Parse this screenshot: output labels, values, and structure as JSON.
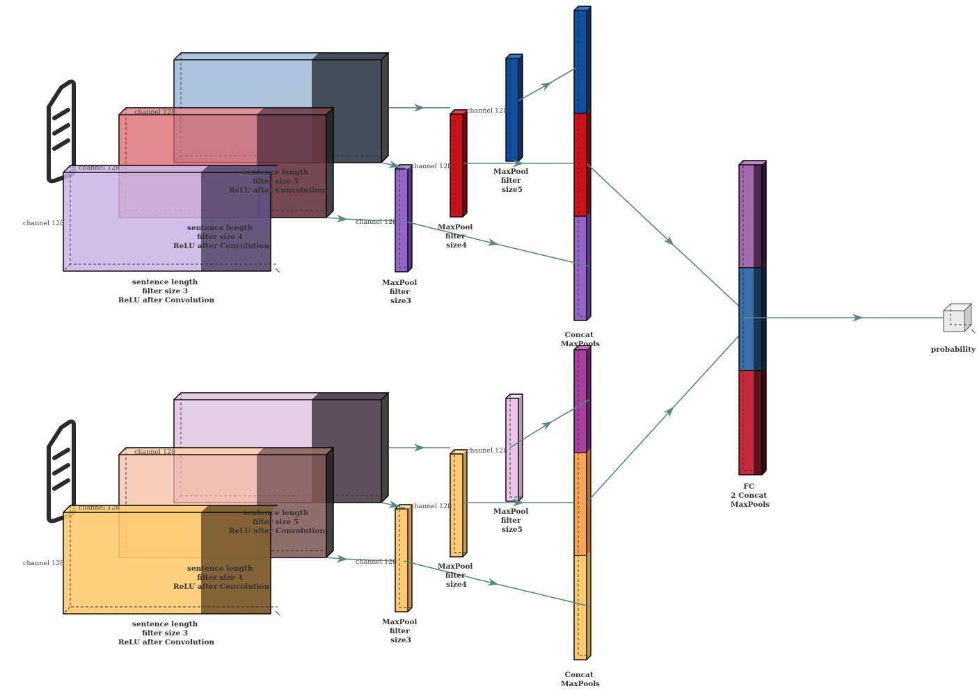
{
  "colors": {
    "edge": "#5b8585",
    "conv5_top": "#9fb8d6",
    "conv4_top": "#e08a8e",
    "conv3_top": "#c9b4e4",
    "conv5_bottom": "#e2c8e3",
    "conv4_bottom": "#fdd1ae",
    "conv3_bottom": "#fdca70",
    "pool5_top": "#0c4fa0",
    "pool4_top": "#cc1118",
    "pool3_top": "#9466cc",
    "pool5_bottom": "#e7c6e6",
    "pool4_bottom": "#fdc970",
    "pool3_bottom": "#fdca70",
    "concat_bottom_purple": "#a840a0",
    "concat_bottom_orange": "#f9a552",
    "fc_purple": "#a469ac",
    "fc_blue": "#3a6ea8",
    "fc_red": "#c62a38",
    "output_box": "#e9eceb"
  },
  "icons": {
    "document_top": "document-icon",
    "document_bottom": "document-icon"
  },
  "branches": [
    {
      "conv5": {
        "channel": "channel 128",
        "label": [
          "sentence length",
          "filter size 5",
          "ReLU after Convolution"
        ]
      },
      "conv4": {
        "channel": "channel 128",
        "label": [
          "sentence length",
          "filter size 4",
          "ReLU after Convolution"
        ]
      },
      "conv3": {
        "channel": "channel 128",
        "label": [
          "sentence length",
          "filter size 3",
          "ReLU after Convolution"
        ]
      },
      "pool5": {
        "channel": "channel 128",
        "label": [
          "MaxPool",
          "filter",
          "size5"
        ]
      },
      "pool4": {
        "channel": "channel 128",
        "label": [
          "MaxPool",
          "filter",
          "size4"
        ]
      },
      "pool3": {
        "channel": "channel 128",
        "label": [
          "MaxPool",
          "filter",
          "size3"
        ]
      },
      "concat": {
        "label": [
          "Concat",
          "MaxPools"
        ]
      }
    },
    {
      "conv5": {
        "channel": "channel 128",
        "label": [
          "sentence length",
          "filter size 5",
          "ReLU after Convolution"
        ]
      },
      "conv4": {
        "channel": "channel 128",
        "label": [
          "sentence length",
          "filter size 4",
          "ReLU after Convolution"
        ]
      },
      "conv3": {
        "channel": "channel 128",
        "label": [
          "sentence length",
          "filter size 3",
          "ReLU after Convolution"
        ]
      },
      "pool5": {
        "channel": "channel 128",
        "label": [
          "MaxPool",
          "filter",
          "size5"
        ]
      },
      "pool4": {
        "channel": "channel 128",
        "label": [
          "MaxPool",
          "filter",
          "size4"
        ]
      },
      "pool3": {
        "channel": "channel 128",
        "label": [
          "MaxPool",
          "filter",
          "size3"
        ]
      },
      "concat": {
        "label": [
          "Concat",
          "MaxPools"
        ]
      }
    }
  ],
  "fc": {
    "label": [
      "FC",
      "2 Concat",
      "MaxPools"
    ]
  },
  "output": {
    "label": "probability"
  }
}
